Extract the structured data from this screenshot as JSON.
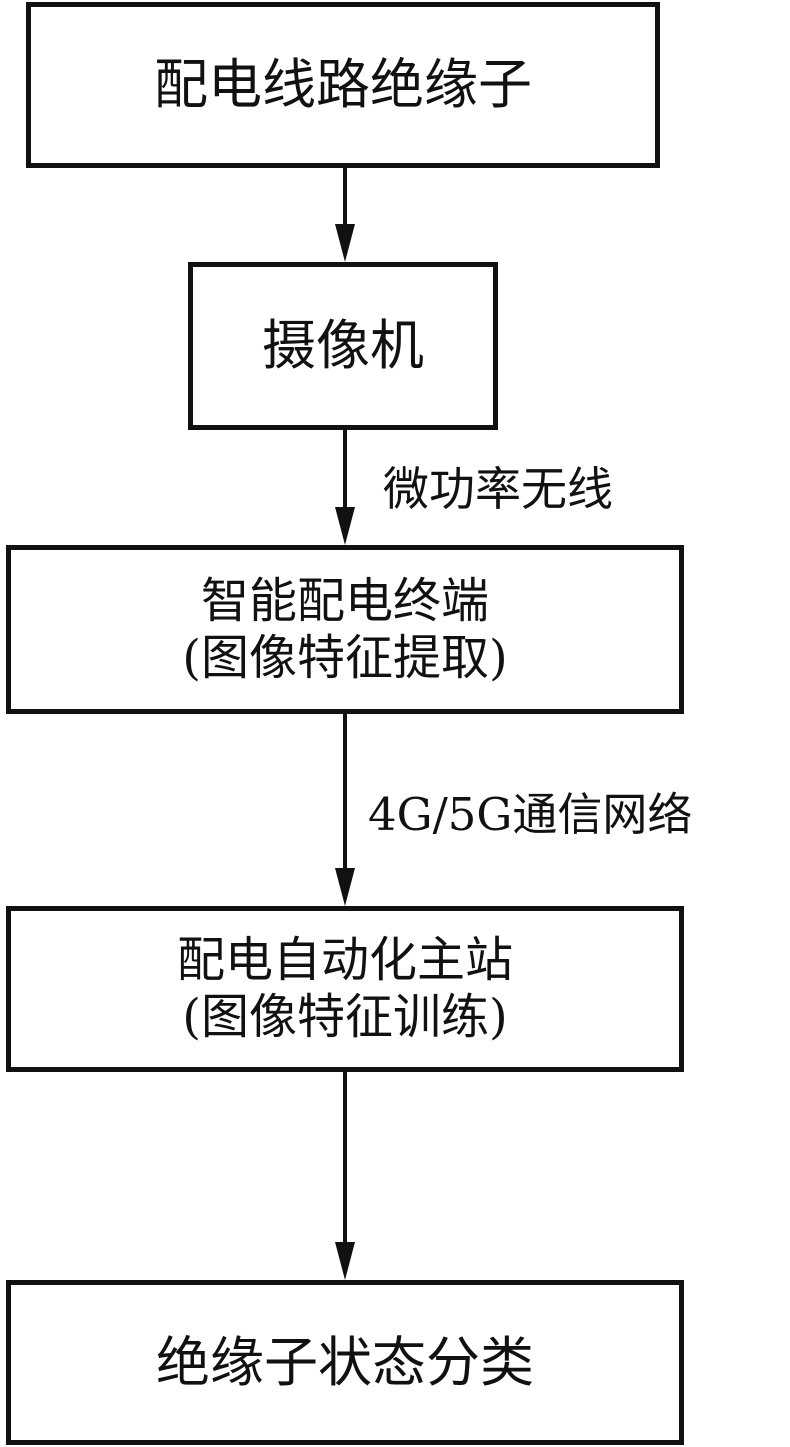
{
  "flowchart": {
    "nodes": [
      {
        "id": "insulator",
        "lines": [
          "配电线路绝缘子"
        ]
      },
      {
        "id": "camera",
        "lines": [
          "摄像机"
        ]
      },
      {
        "id": "terminal",
        "lines": [
          "智能配电终端",
          "(图像特征提取)"
        ]
      },
      {
        "id": "master",
        "lines": [
          "配电自动化主站",
          "(图像特征训练)"
        ]
      },
      {
        "id": "classify",
        "lines": [
          "绝缘子状态分类"
        ]
      }
    ],
    "edges": [
      {
        "from": "insulator",
        "to": "camera",
        "label": ""
      },
      {
        "from": "camera",
        "to": "terminal",
        "label": "微功率无线"
      },
      {
        "from": "terminal",
        "to": "master",
        "label": "4G/5G通信网络"
      },
      {
        "from": "master",
        "to": "classify",
        "label": ""
      }
    ]
  }
}
